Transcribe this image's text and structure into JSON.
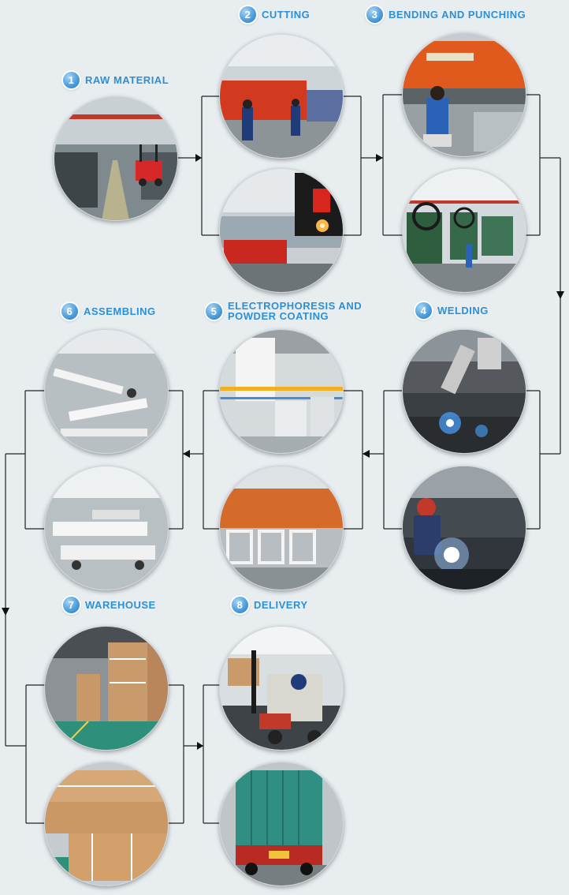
{
  "steps": [
    {
      "number": "1",
      "label": "RAW MATERIAL"
    },
    {
      "number": "2",
      "label": "CUTTING"
    },
    {
      "number": "3",
      "label": "BENDING AND PUNCHING"
    },
    {
      "number": "4",
      "label": "WELDING"
    },
    {
      "number": "5",
      "label_line1": "ELECTROPHORESIS AND",
      "label_line2": "POWDER COATING"
    },
    {
      "number": "6",
      "label": "ASSEMBLING"
    },
    {
      "number": "7",
      "label": "WAREHOUSE"
    },
    {
      "number": "8",
      "label": "DELIVERY"
    }
  ],
  "colors": {
    "background": "#e8edf0",
    "label_text": "#2d8fd5",
    "number_badge": "#4f9fdc",
    "connector_line": "#222222"
  },
  "photos": [
    {
      "step": "1",
      "subject": "factory-hall-with-red-forklift"
    },
    {
      "step": "2",
      "subject": "shearing-machine-operators"
    },
    {
      "step": "2",
      "subject": "laser-cutting-machine"
    },
    {
      "step": "3",
      "subject": "press-brake-operator"
    },
    {
      "step": "3",
      "subject": "punching-press-machines"
    },
    {
      "step": "4",
      "subject": "robotic-welding-arm"
    },
    {
      "step": "4",
      "subject": "manual-welder-with-sparks"
    },
    {
      "step": "5",
      "subject": "electrophoresis-tanks"
    },
    {
      "step": "5",
      "subject": "powder-coating-line"
    },
    {
      "step": "6",
      "subject": "hospital-bed-frames-on-floor"
    },
    {
      "step": "6",
      "subject": "assembled-hospital-beds"
    },
    {
      "step": "7",
      "subject": "warehouse-stacked-cartons"
    },
    {
      "step": "7",
      "subject": "packed-cartons-close-up"
    },
    {
      "step": "8",
      "subject": "forklift-loading-cartons"
    },
    {
      "step": "8",
      "subject": "loaded-shipping-container-truck"
    }
  ]
}
